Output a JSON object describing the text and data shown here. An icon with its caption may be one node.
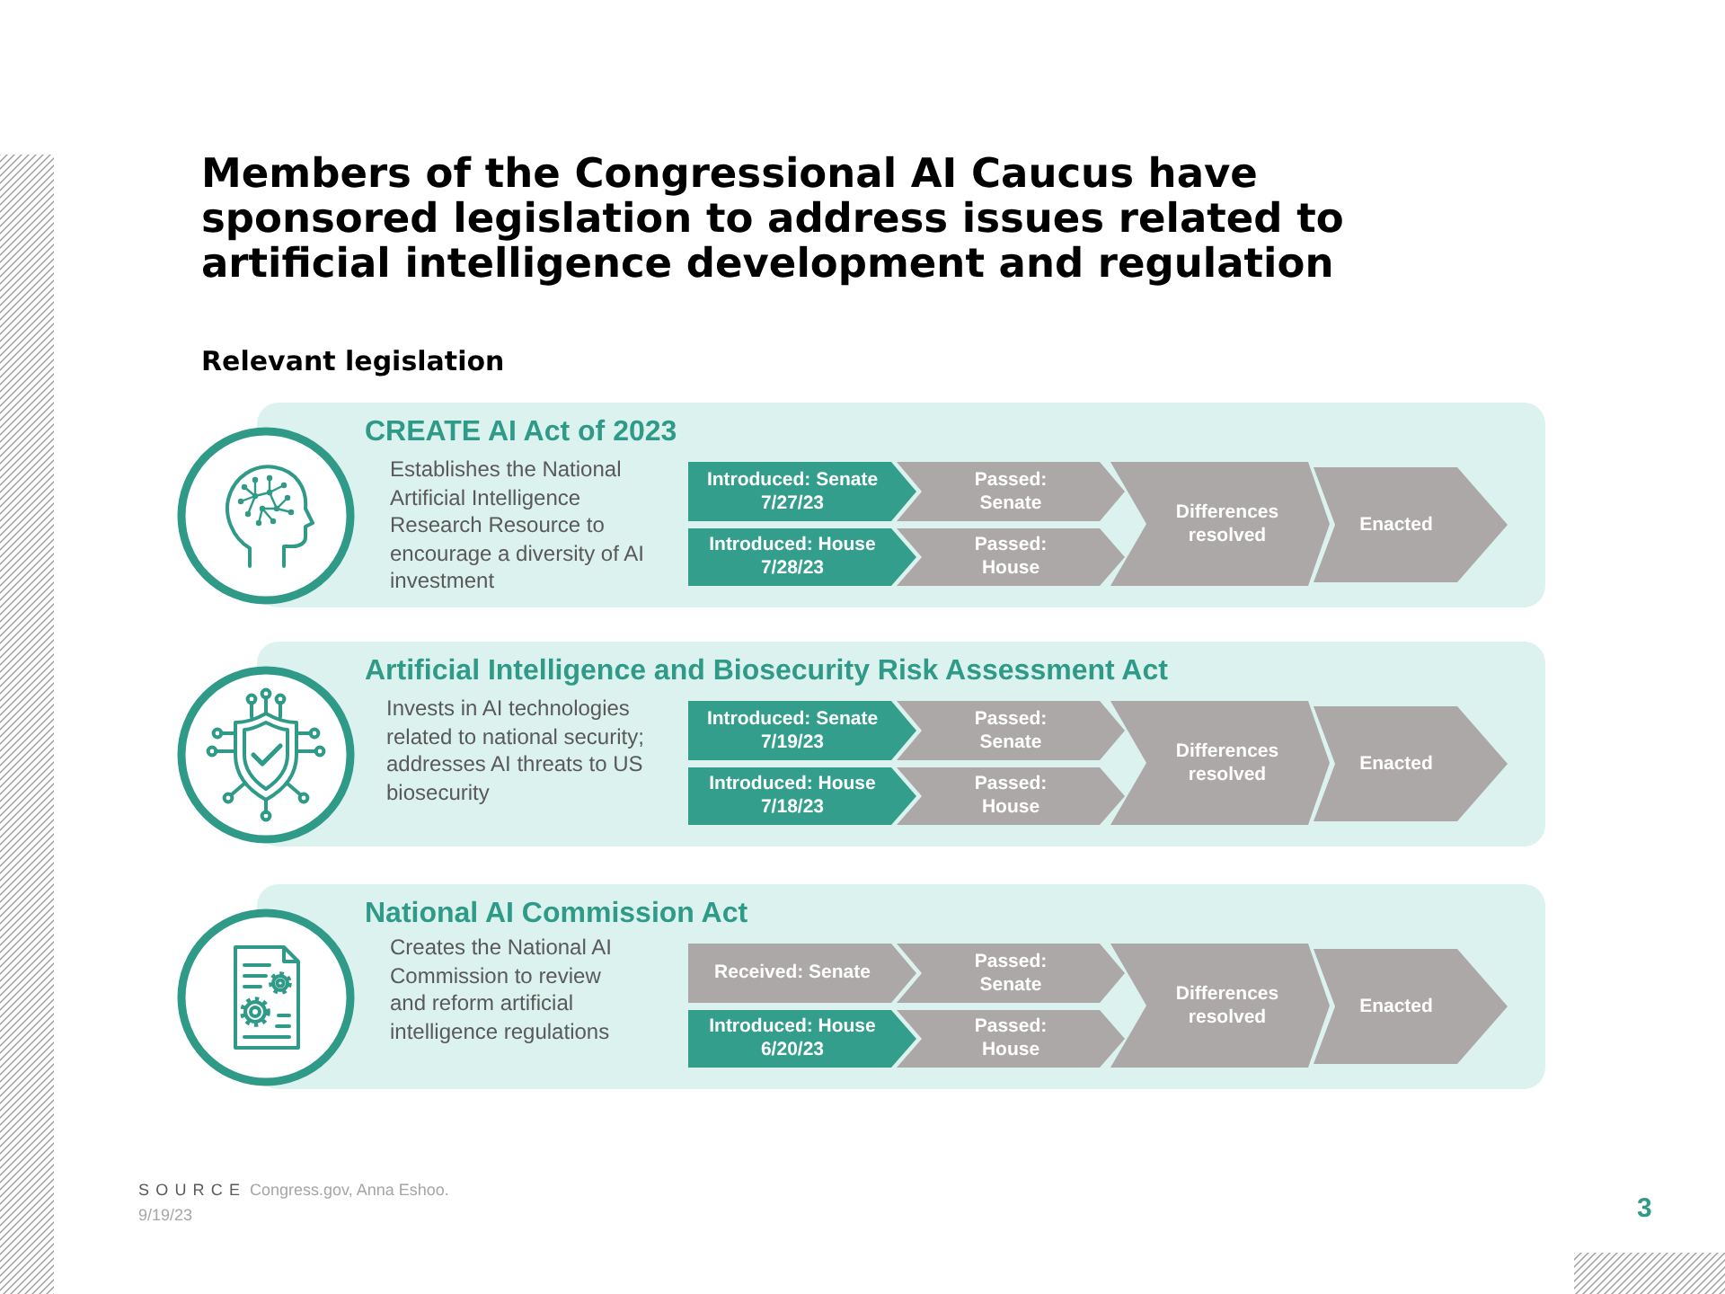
{
  "diagram": {
    "title": "Members of the Congressional AI Caucus have sponsored legislation to address issues related to artificial intelligence development and regulation",
    "nodes": [
      {
        "text": [
          "CREATE AI Act of 2023",
          "Establishes the National Artificial Intelligence Research Resource to encourage a diversity of AI investment"
        ]
      },
      {
        "text": [
          "Introduced: Senate",
          "7/27/23"
        ],
        "in": 0
      },
      {
        "text": [
          "Passed: Senate"
        ],
        "in": 0
      },
      {
        "text": [
          "Introduced: House",
          "7/28/23"
        ],
        "in": 0
      },
      {
        "text": [
          "Passed: House"
        ],
        "in": 0
      },
      {
        "text": [
          "Differences resolved"
        ],
        "in": 0
      },
      {
        "text": [
          "Enacted"
        ],
        "in": 0
      },
      {
        "text": [
          "Artificial Intelligence and Biosecurity Risk Assessment Act",
          "Invests in AI technologies related to national security; addresses AI threats to US biosecurity"
        ]
      },
      {
        "text": [
          "Introduced: Senate",
          "7/19/23"
        ],
        "in": 7
      },
      {
        "text": [
          "Passed: Senate"
        ],
        "in": 7
      },
      {
        "text": [
          "Introduced: House",
          "7/18/23"
        ],
        "in": 7
      },
      {
        "text": [
          "Passed: House"
        ],
        "in": 7
      },
      {
        "text": [
          "Differences resolved"
        ],
        "in": 7
      },
      {
        "text": [
          "Enacted"
        ],
        "in": 7
      },
      {
        "text": [
          "National AI Commission Act",
          "Creates the National AI Commission to review and reform artificial intelligence regulations"
        ]
      },
      {
        "text": [
          "Received: Senate"
        ],
        "in": 14
      },
      {
        "text": [
          "Passed: Senate"
        ],
        "in": 14
      },
      {
        "text": [
          "Introduced: House",
          "6/20/23"
        ],
        "in": 14
      },
      {
        "text": [
          "Passed: House"
        ],
        "in": 14
      },
      {
        "text": [
          "Differences resolved"
        ],
        "in": 14
      },
      {
        "text": [
          "Enacted"
        ],
        "in": 14
      }
    ],
    "labels": [
      "Relevant legislation",
      "SOURCE",
      "Congress.gov, Anna Eshoo.",
      "9/19/23",
      "3"
    ]
  }
}
